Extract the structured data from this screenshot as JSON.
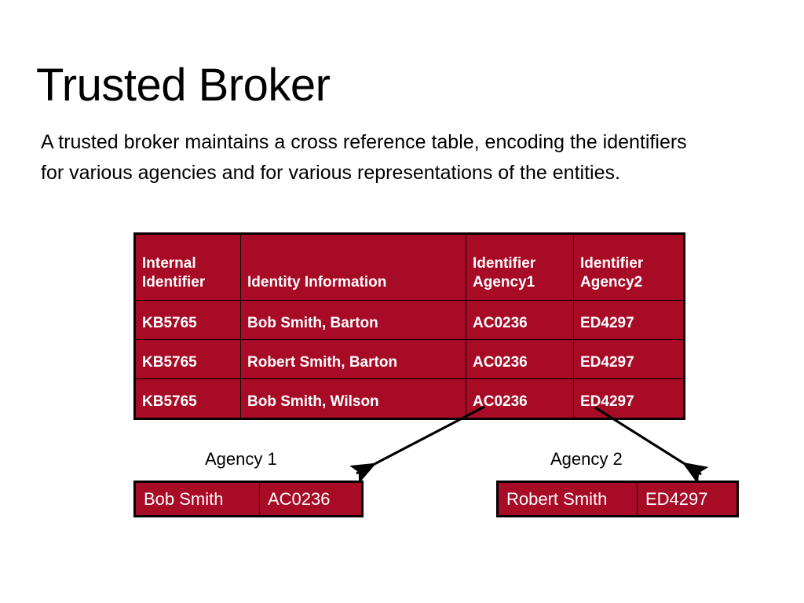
{
  "slide": {
    "title": "Trusted Broker",
    "body_text": "A trusted broker maintains a cross reference table, encoding the identifiers for various agencies and for various representations of the entities."
  },
  "colors": {
    "table_fill": "#A80B26",
    "table_border": "#000000",
    "table_text": "#FFFFFF",
    "page_background": "#FFFFFF",
    "body_text": "#000000"
  },
  "xref_table": {
    "headers": [
      "Internal\nIdentifier",
      "Identity Information",
      "Identifier\nAgency1",
      "Identifier\nAgency2"
    ],
    "rows": [
      {
        "internal_identifier": "KB5765",
        "identity_information": "Bob Smith, Barton",
        "identifier_agency1": "AC0236",
        "identifier_agency2": "ED4297"
      },
      {
        "internal_identifier": "KB5765",
        "identity_information": "Robert Smith, Barton",
        "identifier_agency1": "AC0236",
        "identifier_agency2": "ED4297"
      },
      {
        "internal_identifier": "KB5765",
        "identity_information": "Bob Smith, Wilson",
        "identifier_agency1": "AC0236",
        "identifier_agency2": "ED4297"
      }
    ]
  },
  "agencies": [
    {
      "label": "Agency 1",
      "record_name": "Bob Smith",
      "record_identifier": "AC0236"
    },
    {
      "label": "Agency 2",
      "record_name": "Robert Smith",
      "record_identifier": "ED4297"
    }
  ],
  "arrows": [
    {
      "name": "arrow-to-agency1",
      "direction": "down-left"
    },
    {
      "name": "arrow-to-agency2",
      "direction": "down-right"
    }
  ]
}
